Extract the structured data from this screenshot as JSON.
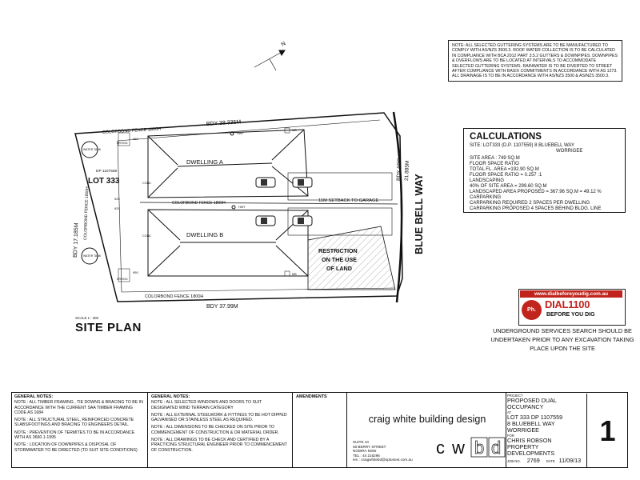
{
  "note_box": {
    "text": "NOTE: ALL SELECTED GUTTERING SYSTEMS ARE TO BE MANUFACTURED TO COMPLY WITH AS/NZS 3500.3. ROOF WATER COLLECTION IS TO BE CALCULATED IN COMPLIANCE WITH BCA 2012 PART 3.5.2 GUTTERS & DOWNPIPES. DOWNPIPES & OVERFLOWS ARE TO BE LOCATED AT INTERVALS TO ACCOMMODATE SELECTED GUTTERING SYSTEMS. RAINWATER IS TO BE DIVERTED TO STREET AFTER COMPLIANCE WITH BASIX COMMITMENTS IN ACCORDANCE WITH AS 1273. ALL DRAINAGE IS TO BE IN ACCORDANCE WITH AS/NZS 3500 & AS/NZS 3500.3."
  },
  "north_label": "N",
  "calculations": {
    "title": "CALCULATIONS",
    "site_line1": "SITE:  LOT333 (D.P. 1107559) 8 BLUEBELL WAY",
    "site_line2": "WORRIGEE",
    "site_area": "SITE AREA :  749 SQ.M",
    "fsr_heading": "FLOOR SPACE RATIO",
    "total_fl_area": "TOTAL FL. AREA =192.90 SQ.M",
    "fsr": "FLOOR SPACE RATIO = 0.257 :1",
    "landscaping_heading": "LANDSCAPING",
    "landscape_req": "40% OF SITE AREA = 299.60 SQ.M",
    "landscape_prop": "LANDSCAPED AREA PROPOSED = 367.96 SQ.M = 49.12 %",
    "carparking_heading": "CARPARKING",
    "carparking_req": "CARPARKING REQUIRED 2 SPACES PER DWELLING",
    "carparking_prop": "CARPARKING PROPOSED 4 SPACES BEHIND BLDG. LINE"
  },
  "plan": {
    "fence_top": "COLORBOND FENCE 1800H",
    "bdy_top": "BDY 38.335M",
    "lot_dp": "DP 1107559",
    "lot": "LOT 333",
    "bdy_left": "BDY 17.185M",
    "fence_left": "COLORBOND FENCE 1800H",
    "dwelling_a": "DWELLING A",
    "dwelling_b": "DWELLING B",
    "fence_mid": "COLORBOND FENCE 1800H",
    "setback": "11M SETBACK TO GARAGE",
    "bdy_arc": "BDY ARC",
    "bdy_arc_len": "21.885M",
    "street": "BLUE BELL WAY",
    "restriction": "RESTRICTION ON THE USE OF LAND",
    "fence_bottom": "COLORBOND FENCE 1800H",
    "bdy_bottom": "BDY 37.99M",
    "water_tank_a": "WATER TANK",
    "water_tank_b": "WATER TANK",
    "drying_a": "DRYING",
    "drying_b": "DRYING",
    "conc_a": "CONC",
    "conc_b": "CONC",
    "hwt_a": "HWT",
    "hwt_b": "HWT",
    "dim_950_a": "950",
    "dim_950_b": "950",
    "dim_925_a": "925",
    "dim_925_b": "925",
    "mb_a": "MB",
    "mb_b": "MB"
  },
  "scale": "SCALE 1 : 300",
  "site_plan_title": "SITE  PLAN",
  "dial": {
    "url": "www.dialbeforeyoudig.com.au",
    "logo": "Ph.",
    "number": "DIAL1100",
    "sub": "BEFORE YOU DIG"
  },
  "underground_note": "UNDERGROUND SERVICES SEARCH SHOULD BE UNDERTAKEN PRIOR TO ANY EXCAVATION TAKING PLACE UPON THE SITE",
  "title_block": {
    "general_notes_1_heading": "GENERAL NOTES:",
    "general_notes_1": [
      "NOTE : ALL TIMBER FRAMING , TIE DOWNS & BRACING TO BE IN ACCORDANCE WITH THE CURRENT SAA TIMBER FRAMING CODE AS 1684",
      "NOTE : ALL STRUCTURAL STEEL, REINFORCED CONCRETE SLABS/FOOTINGS AND BRACING TO ENGINEERS DETAIL.",
      "NOTE : PREVENTION OF TERMITES TO BE IN ACCORDANCE WITH AS 3660.1-1995",
      "NOTE : LOCATION OF DOWNPIPES & DISPOSAL OF STORMWATER TO BE DIRECTED (TO SUIT SITE CONDITIONS)"
    ],
    "general_notes_2_heading": "GENERAL NOTES:",
    "general_notes_2": [
      "NOTE : ALL SELECTED WINDOWS AND DOORS TO SUIT DESIGNATED WIND TERRAIN CATEGORY",
      "NOTE : ALL EXTERNAL STEELWORK & FITTINGS TO BE HOT DIPPED GALVANISED OR STAINLESS STEEL AS REQUIRED.",
      "NOTE : ALL DIMENSIONS TO BE CHECKED ON SITE PRIOR TO COMMENCEMENT OF CONSTRUCTION & OR MATERIAL ORDER.",
      "NOTE : ALL DRAWINGS TO BE CHECK AND CERTIFIED BY A PRACTICING STRUCTURAL ENGINEER PRIOR TO COMMENCEMENT OF CONSTRUCTION."
    ],
    "amendments_heading": "AMENDMENTS",
    "company": "craig white building design",
    "suite": [
      "SUITE 10",
      "48 BERRY STREET",
      "NOWRA  NSW",
      "TEL : 44 216296",
      "em : craigwhitebd@optusnet.com.au"
    ],
    "cwbd": [
      "c",
      "w",
      "b",
      "d"
    ],
    "project_label": "PROJECT",
    "project": "PROPOSED DUAL OCCUPANCY",
    "at_label": "AT",
    "address1": "LOT 333 DP 1107559",
    "address2": "8 BLUEBELL WAY",
    "address3": "WORRIGEE",
    "for_label": "FOR",
    "client1": "CHRIS ROBSON",
    "client2": "PROPERTY DEVELOPMENTS",
    "job_label": "JOB NO.",
    "job_no": "2769",
    "date_label": "DATE",
    "date": "11/09/13",
    "sheet": "1"
  }
}
